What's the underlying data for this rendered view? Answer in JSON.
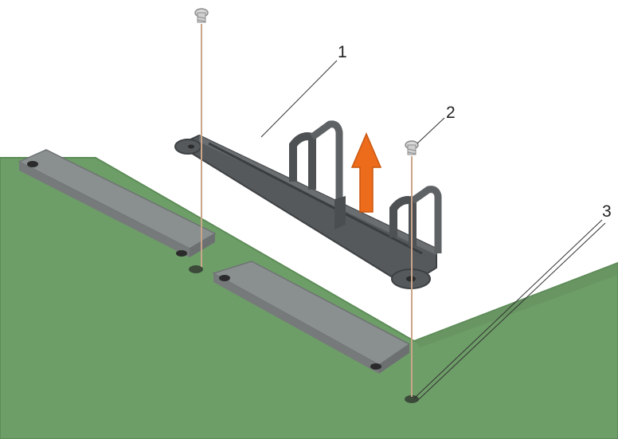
{
  "figure": {
    "callouts": [
      {
        "number": "1",
        "part": "bracket"
      },
      {
        "number": "2",
        "part": "screw"
      },
      {
        "number": "3",
        "part": "screw-hole"
      }
    ],
    "colors": {
      "board": "#6e9e68",
      "board_edge": "#5d8c58",
      "slot": "#8a8f90",
      "bracket": "#55595b",
      "arrow": "#ec6c1c",
      "guide_line": "#c9a58a"
    }
  }
}
